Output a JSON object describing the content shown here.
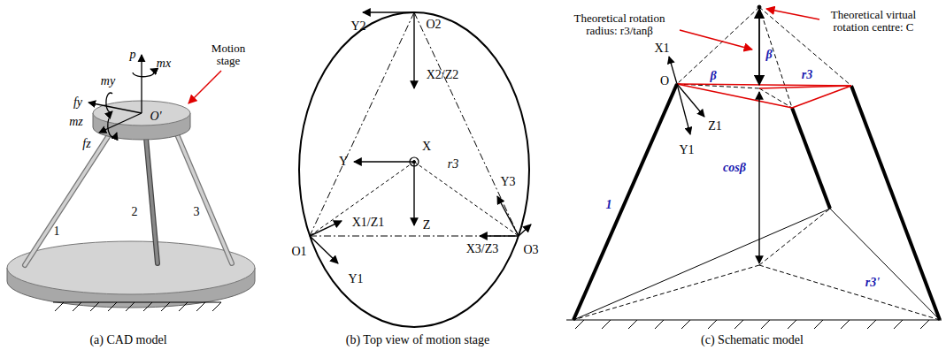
{
  "diagram": {
    "labels": [
      "p",
      "mx",
      "Motion stage",
      "my",
      "fy",
      "O'",
      "mz",
      "fz",
      "1",
      "2",
      "3",
      "(a) CAD model",
      "O2",
      "Y2",
      "X2/Z2",
      "X",
      "Y",
      "Z",
      "r3",
      "Y3",
      "O1",
      "X1/Z1",
      "X3/Z3",
      "O3",
      "Y1",
      "(b) Top view of motion stage",
      "Theoretical virtual rotation centre: C",
      "Theoretical rotation radius: r3/tanβ",
      "β",
      "X1",
      "O",
      "r3",
      "β",
      "Z1",
      "Y1",
      "cosβ",
      "1",
      "r3'",
      "(c) Schematic model"
    ]
  }
}
